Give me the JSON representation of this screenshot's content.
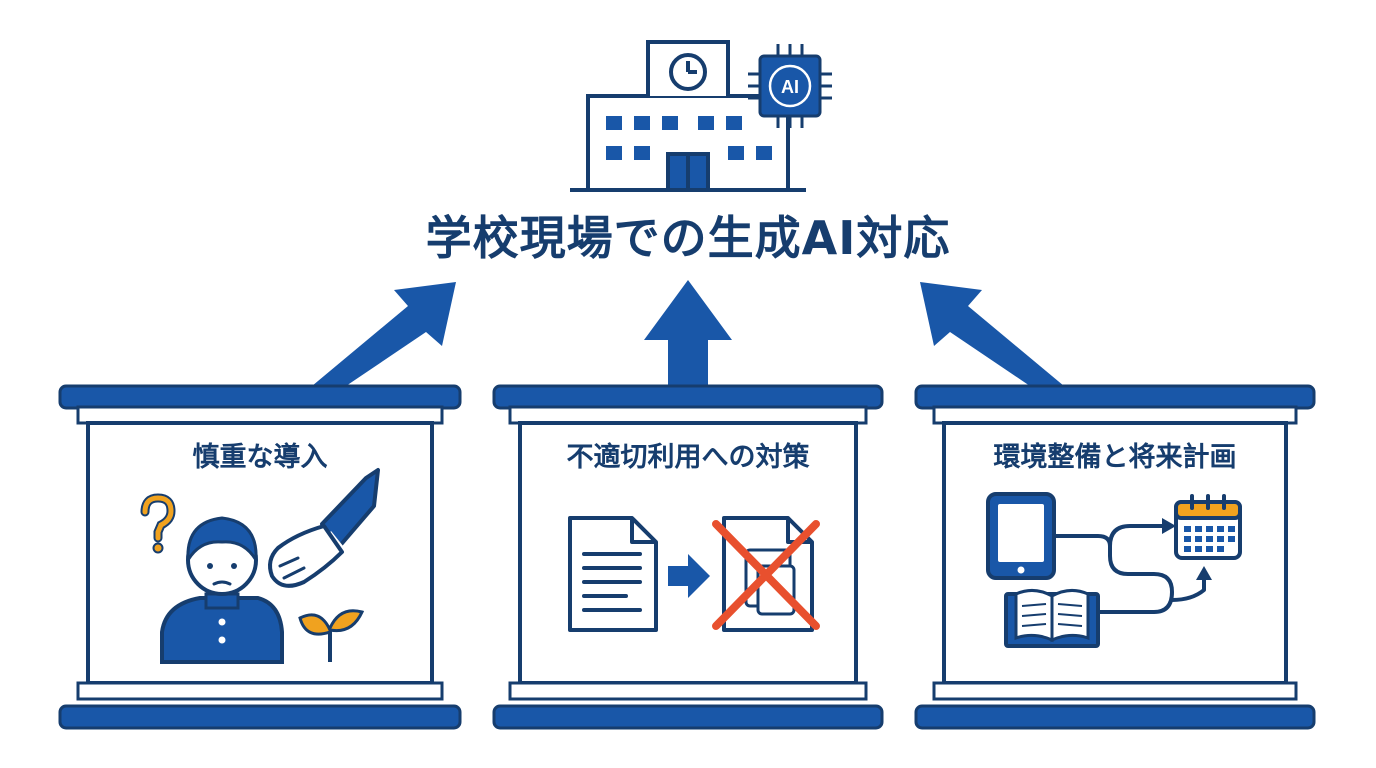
{
  "title": "学校現場での生成AI対応",
  "badge": "AI",
  "panels": [
    {
      "title": "慎重な導入",
      "icon": "student-question-icon"
    },
    {
      "title": "不適切利用への対策",
      "icon": "document-block-icon"
    },
    {
      "title": "環境整備と将来計画",
      "icon": "tablet-book-calendar-icon"
    }
  ],
  "colors": {
    "primary": "#1957a8",
    "navy": "#163d6e",
    "accent": "#f0a21f",
    "alert": "#e8502e"
  }
}
